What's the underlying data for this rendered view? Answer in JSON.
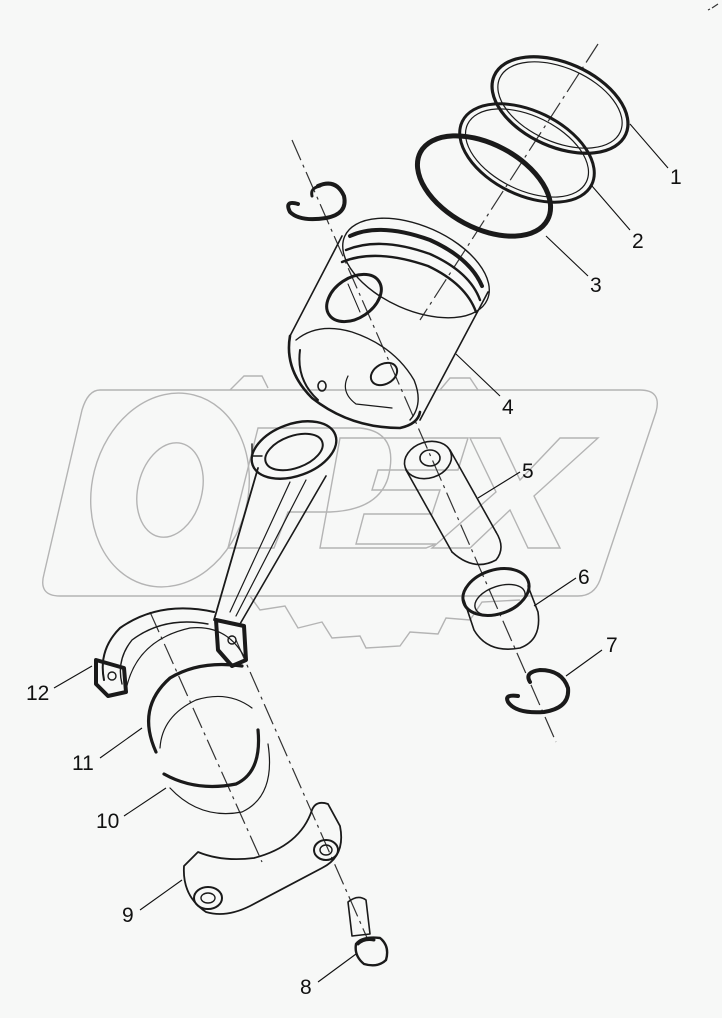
{
  "diagram": {
    "type": "exploded-parts-view",
    "subject": "Piston and connecting rod assembly",
    "watermark_text": "OPEX",
    "colors": {
      "background": "#f7f8f7",
      "line": "#1a1a1a",
      "watermark": "#b4b4b4"
    },
    "callouts": [
      {
        "id": 1,
        "label": "1",
        "part": "piston-ring-top"
      },
      {
        "id": 2,
        "label": "2",
        "part": "piston-ring-second"
      },
      {
        "id": 3,
        "label": "3",
        "part": "piston-ring-oil"
      },
      {
        "id": 4,
        "label": "4",
        "part": "piston"
      },
      {
        "id": 5,
        "label": "5",
        "part": "piston-pin"
      },
      {
        "id": 6,
        "label": "6",
        "part": "small-end-bushing"
      },
      {
        "id": 7,
        "label": "7",
        "part": "retaining-circlip"
      },
      {
        "id": 8,
        "label": "8",
        "part": "connecting-rod-bolt"
      },
      {
        "id": 9,
        "label": "9",
        "part": "connecting-rod-cap"
      },
      {
        "id": 10,
        "label": "10",
        "part": "bearing-shell-lower"
      },
      {
        "id": 11,
        "label": "11",
        "part": "bearing-shell-upper"
      },
      {
        "id": 12,
        "label": "12",
        "part": "connecting-rod"
      }
    ]
  }
}
